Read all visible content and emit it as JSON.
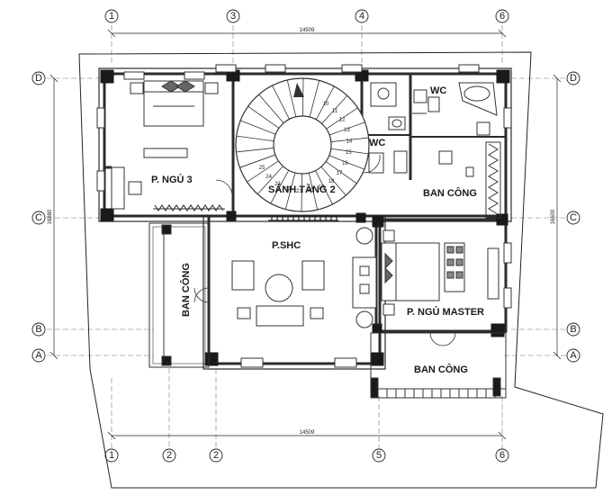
{
  "axes": {
    "top": [
      "1",
      "3",
      "4",
      "6"
    ],
    "bottom": [
      "1",
      "2",
      "5",
      "6"
    ],
    "left": [
      "D",
      "C",
      "B",
      "A"
    ],
    "right": [
      "D",
      "C",
      "B",
      "A"
    ]
  },
  "dimensions": {
    "top_total": "14509",
    "bottom_total": "14509",
    "left_total": "16880",
    "right_total": "16500"
  },
  "rooms": {
    "bedroom3": "P. NGỦ 3",
    "hall": "SẢNH TẦNG 2",
    "wc_upper": "WC",
    "wc_lower": "WC",
    "balcony_east": "BAN CÔNG",
    "living": "P.SHC",
    "balcony_west": "BAN CÔNG",
    "master": "P. NGỦ MASTER",
    "balcony_south": "BAN CÔNG"
  },
  "stairs": {
    "steps": [
      "10",
      "11",
      "12",
      "13",
      "14",
      "15",
      "16",
      "17",
      "18",
      "19",
      "20",
      "21",
      "22",
      "23",
      "24",
      "25"
    ]
  },
  "colors": {
    "line": "#1a1a1a",
    "wall": "#2b2b2b",
    "hatch": "#555555"
  }
}
